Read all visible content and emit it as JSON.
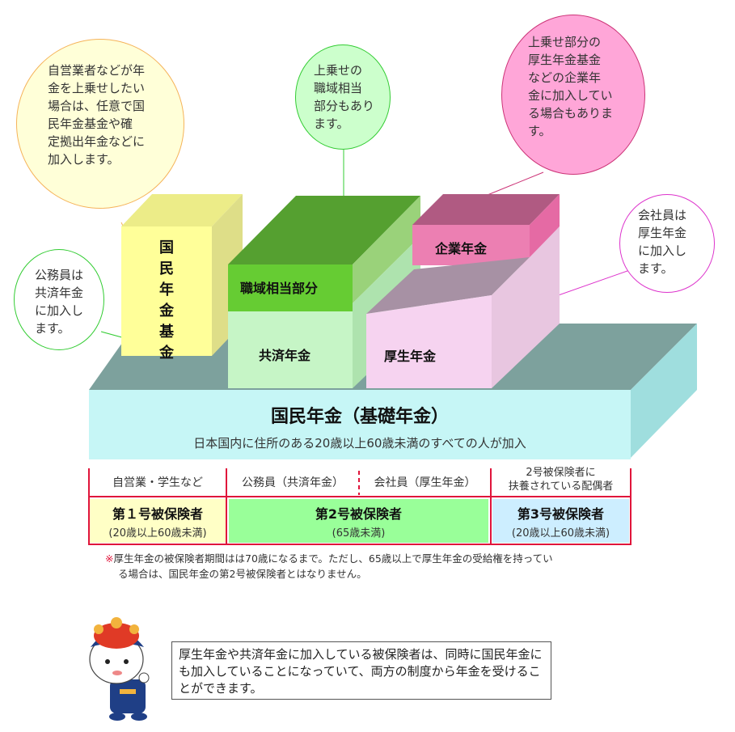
{
  "bubbles": {
    "self_employed": "自営業者などが年\n金を上乗せしたい\n場合は、任意で国\n民年金基金や確\n定拠出年金などに\n加入します。",
    "occupational": "上乗せの\n職域相当\n部分もあり\nます。",
    "corporate": "上乗せ部分の\n厚生年金基金\nなどの企業年\n金に加入してい\nる場合もありま\nす。",
    "public_servant": "公務員は\n共済年金\nに加入し\nます。",
    "company_employee": "会社員は\n厚生年金\nに加入し\nます。"
  },
  "blocks": {
    "national_fund": "国民年金基金",
    "occupational_portion": "職域相当部分",
    "mutual_aid": "共済年金",
    "corporate_pension": "企業年金",
    "employee_pension": "厚生年金",
    "national_pension_title": "国民年金（基礎年金）",
    "national_pension_desc": "日本国内に住所のある20歳以上60歳未満のすべての人が加入"
  },
  "categories": {
    "self_employed": "自営業・学生など",
    "public_servant": "公務員（共済年金）",
    "company_employee": "会社員（厚生年金）",
    "dependent_line1": "2号被保険者に",
    "dependent_line2": "扶養されている配偶者"
  },
  "insured_kinds": [
    {
      "label": "第１号被保険者",
      "age": "(20歳以上60歳未満)",
      "color": "#ffffc6"
    },
    {
      "label": "第2号被保険者",
      "age": "(65歳未満)",
      "color": "#99ff99"
    },
    {
      "label": "第3号被保険者",
      "age": "(20歳以上60歳未満)",
      "color": "#cdeeff"
    }
  ],
  "note": {
    "mark": "※",
    "line1": "厚生年金の被保険者期間はは70歳になるまで。ただし、65歳以上で厚生年金の受給権を持ってい",
    "line2": "る場合は、国民年金の第2号被保険者とはなりません。"
  },
  "info": "厚生年金や共済年金に加入している被保険者は、同時に国民年金にも加入していることになっていて、両方の制度から年金を受けることができます。",
  "colors": {
    "red_frame": "#e0153b",
    "national_fund_yellow": "#ffff99",
    "occupational_green": "#66cc33",
    "mutual_aid_green": "#c6f5c6",
    "corporate_pink": "#ec7fb2",
    "employee_pink": "#f6d3f0",
    "base_cyan": "#c6f6f6"
  }
}
